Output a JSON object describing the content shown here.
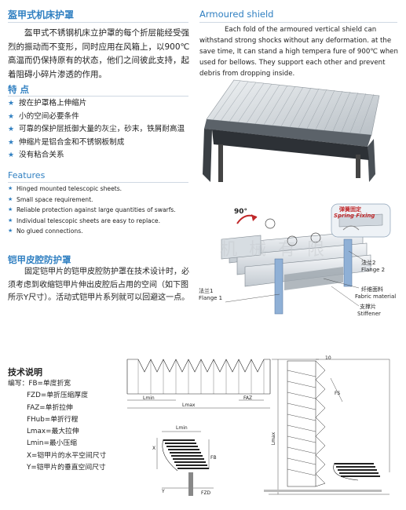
{
  "intro_zh": {
    "title": "盔甲式机床护罩",
    "body": "盔甲式不锈钢机床立护罩的每个折层能经受强烈的振动而不变形，同时应用在风箱上，以900℃高温而仍保持原有的状态，他们之间彼此支持，起着阻碍小碎片渗透的作用。"
  },
  "intro_en": {
    "title": "Armoured shield",
    "body": "Each fold of the armoured vertical shield can withstand strong shocks without any deformation. at the save time, It can stand a high tempera fure of 900℃ when used for bellows. They support each other and prevent debris from dropping inside."
  },
  "features_zh": {
    "title": "特 点",
    "items": [
      "按在护罩格上伸缩片",
      "小的空间必要条件",
      "可靠的保护层抵御大量的灰尘，砂末，铁屑耐高温",
      "伸缩片是铝合金和不锈钢板制成",
      "没有粘合关系"
    ]
  },
  "features_en": {
    "title": "Features",
    "items": [
      "Hinged mounted telescopic sheets.",
      "Small space requirement.",
      "Reliable protection against large quantities of swarfs.",
      "Individual telescopic sheets are easy to replace.",
      "No glued connections."
    ]
  },
  "skin": {
    "title": "铠甲皮腔防护罩",
    "body": "固定铠甲片的铠甲皮腔防护罩在技术设计时，必须考虑到收缩铠甲片伸出皮腔后占用的空间（如下图所示Y尺寸）。活动式铠甲片系列就可以回避这一点。"
  },
  "diagram_labels": {
    "angle": "90°",
    "spring_zh": "弹簧固定",
    "spring_en": "Spring Fixing",
    "flange1_zh": "法兰1",
    "flange1_en": "Flange 1",
    "flange2_zh": "法兰2",
    "flange2_en": "Flange 2",
    "fabric_zh": "纤维面料",
    "fabric_en": "Fabric material",
    "stiffener_zh": "支撑片",
    "stiffener_en": "Stiffener",
    "watermark": "机 械 有 限"
  },
  "tech": {
    "title": "技术说明",
    "items": [
      "编写：FB=单度折宽",
      "FZD=单折压缩厚度",
      "FAZ=单折拉伸",
      "FHub=单折行程",
      "Lmax=最大拉伸",
      "Lmin=最小压缩",
      "X=铠甲片的水平空间尺寸",
      "Y=铠甲片的垂直空间尺寸"
    ]
  },
  "dim_labels": {
    "lmin": "Lmin",
    "lmax": "Lmax",
    "faz": "FAZ",
    "fb": "FB",
    "fzd": "FZD",
    "x": "X",
    "y": "Y",
    "ten": "10",
    "fs": "FS"
  }
}
